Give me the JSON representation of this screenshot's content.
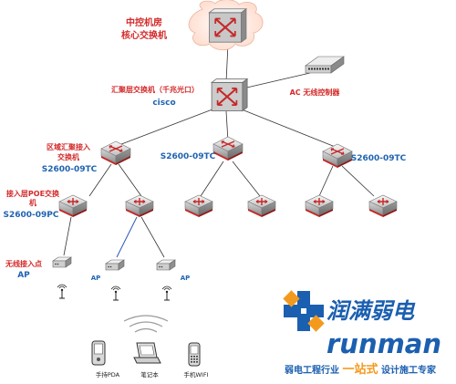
{
  "core": {
    "line1": "中控机房",
    "line2": "核心交换机"
  },
  "aggregation": {
    "label": "汇聚层交换机（千兆光口）",
    "brand": "cisco"
  },
  "ac_controller": {
    "label": "AC 无线控制器"
  },
  "regional_aggregation": {
    "line1": "区域汇聚接入",
    "line2": "交换机",
    "model": "S2600-09TC"
  },
  "aggregation_2": {
    "model": "S2600-09TC"
  },
  "aggregation_3": {
    "model": "S2600-09TC"
  },
  "poe_access": {
    "line1": "接入层POE交换",
    "line2": "机",
    "model": "S2600-09PC"
  },
  "wireless_ap": {
    "line1": "无线接入点",
    "line2": "AP"
  },
  "ap_small_1": "AP",
  "ap_small_2": "AP",
  "devices": [
    {
      "label": "手持PDA"
    },
    {
      "label": "笔记本"
    },
    {
      "label": "手机WIFI"
    }
  ],
  "branding": {
    "cn_name": "润满弱电",
    "en_name": "runman",
    "slogan_part1": "弱电工程行业",
    "slogan_highlight": "一站式",
    "slogan_part2": "设计施工专家",
    "blue": "#1b5fb0",
    "orange": "#f39a1e"
  },
  "colors": {
    "red_text": "#d42a2a",
    "blue_text": "#1f63b0",
    "link_line": "#333333",
    "wireless_link": "#2a56b8"
  }
}
